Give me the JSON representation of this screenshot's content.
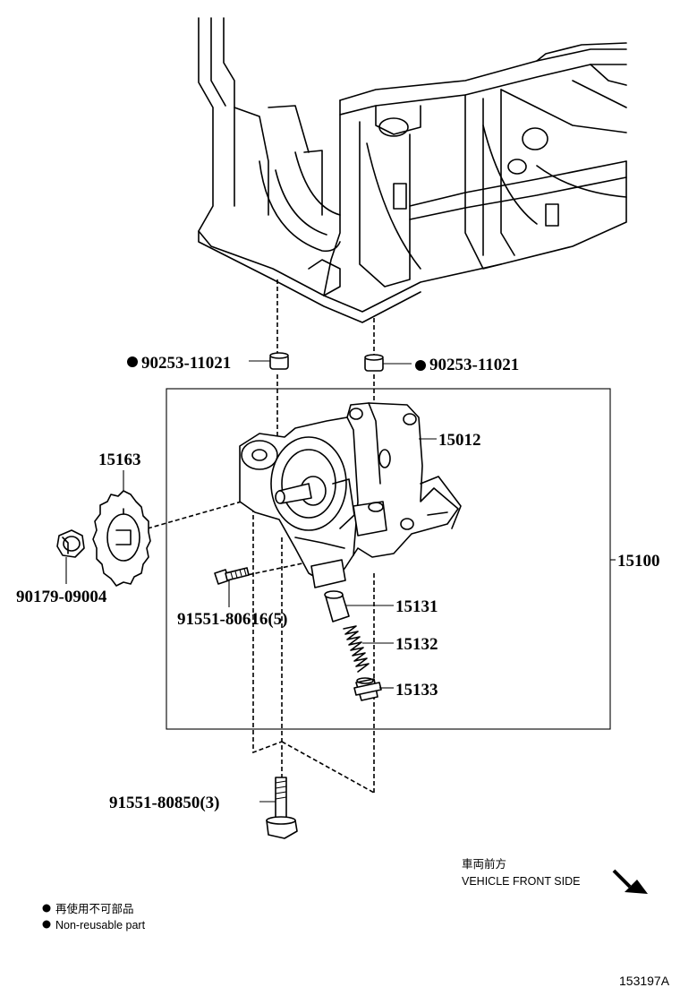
{
  "parts": {
    "washer_left": "90253-11021",
    "washer_right": "90253-11021",
    "cover": "15012",
    "sprocket": "15163",
    "assembly": "15100",
    "nut": "90179-09004",
    "bolt_small": "91551-80616(5)",
    "valve": "15131",
    "spring": "15132",
    "plug": "15133",
    "bolt_long": "91551-80850(3)"
  },
  "direction": {
    "jp": "車両前方",
    "en": "VEHICLE FRONT SIDE"
  },
  "legend": {
    "jp": "再使用不可部品",
    "en": "Non-reusable part"
  },
  "diagram_id": "153197A"
}
